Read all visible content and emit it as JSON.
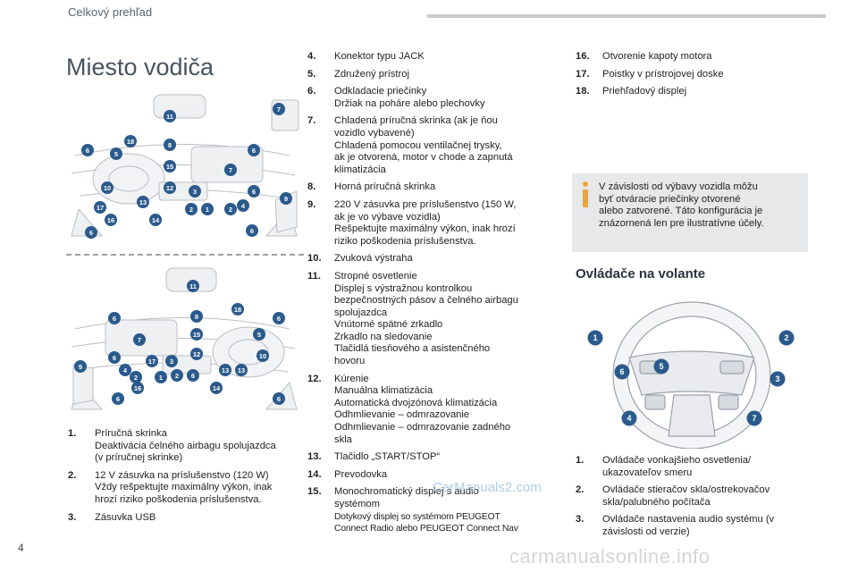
{
  "header": {
    "section": "Celkový prehľad"
  },
  "page_title": "Miesto vodiča",
  "callouts_top": [
    "11",
    "7",
    "18",
    "8",
    "6",
    "5",
    "6",
    "15",
    "7",
    "10",
    "12",
    "3",
    "6",
    "9",
    "17",
    "13",
    "14",
    "2",
    "1",
    "2",
    "4",
    "16",
    "6",
    "6"
  ],
  "callouts_bottom": [
    "11",
    "8",
    "18",
    "6",
    "6",
    "5",
    "7",
    "15",
    "10",
    "6",
    "4",
    "13",
    "3",
    "12",
    "17",
    "9",
    "2",
    "1",
    "2",
    "6",
    "16",
    "14",
    "13",
    "6",
    "6"
  ],
  "list_left": [
    {
      "num": "1.",
      "lines": [
        "Príručná skrinka",
        "Deaktivácia čelného airbagu spolujazdca",
        "(v príručnej skrinke)"
      ]
    },
    {
      "num": "2.",
      "lines": [
        "12 V zásuvka na príslušenstvo (120 W)",
        "Vždy rešpektujte maximálny výkon, inak",
        "hrozí riziko poškodenia príslušenstva."
      ]
    },
    {
      "num": "3.",
      "lines": [
        "Zásuvka USB"
      ]
    }
  ],
  "list_mid": [
    {
      "num": "4.",
      "lines": [
        "Konektor typu JACK"
      ]
    },
    {
      "num": "5.",
      "lines": [
        "Združený prístroj"
      ]
    },
    {
      "num": "6.",
      "lines": [
        "Odkladacie priečinky",
        "Držiak na poháre alebo plechovky"
      ]
    },
    {
      "num": "7.",
      "lines": [
        "Chladená príručná skrinka (ak je ňou",
        "vozidlo vybavené)",
        "Chladená pomocou ventilačnej trysky,",
        "ak je otvorená, motor v chode a zapnutá",
        "klimatizácia"
      ]
    },
    {
      "num": "8.",
      "lines": [
        "Horná príručná skrinka"
      ]
    },
    {
      "num": "9.",
      "lines": [
        "220 V zásuvka pre príslušenstvo (150 W,",
        "ak je vo výbave vozidla)",
        "Rešpektujte maximálny výkon, inak hrozí",
        "riziko poškodenia príslušenstva."
      ]
    },
    {
      "num": "10.",
      "lines": [
        "Zvuková výstraha"
      ]
    },
    {
      "num": "11.",
      "lines": [
        "Stropné osvetlenie",
        "Displej s výstražnou kontrolkou",
        "bezpečnostných pásov a čelného airbagu",
        "spolujazdca",
        "Vnútorné spätné zrkadlo",
        "Zrkadlo na sledovanie",
        "Tlačidlá tiesňového a asistenčného",
        "hovoru"
      ]
    },
    {
      "num": "12.",
      "lines": [
        "Kúrenie",
        "Manuálna klimatizácia",
        "Automatická dvojzónová klimatizácia",
        "Odhmlievanie – odmrazovanie",
        "Odhmlievanie – odmrazovanie zadného",
        "skla"
      ]
    },
    {
      "num": "13.",
      "lines": [
        "Tlačidlo „START/STOP“"
      ]
    },
    {
      "num": "14.",
      "lines": [
        "Prevodovka"
      ]
    },
    {
      "num": "15.",
      "lines": [
        "Monochromatický displej s audio",
        "systémom"
      ],
      "small": [
        "Dotykový displej so systémom PEUGEOT",
        "Connect Radio alebo PEUGEOT Connect Nav"
      ]
    }
  ],
  "list_right": [
    {
      "num": "16.",
      "lines": [
        "Otvorenie kapoty motora"
      ]
    },
    {
      "num": "17.",
      "lines": [
        "Poistky v prístrojovej doske"
      ]
    },
    {
      "num": "18.",
      "lines": [
        "Priehľadový displej"
      ]
    }
  ],
  "info_box": {
    "text": [
      "V závislosti od výbavy vozidla môžu",
      "byť otváracie priečinky otvorené",
      "alebo zatvorené. Táto konfigurácia je",
      "znázornená len pre ilustratívne účely."
    ]
  },
  "steering": {
    "title": "Ovládače na volante",
    "callouts": [
      "1",
      "2",
      "6",
      "5",
      "3",
      "4",
      "7"
    ],
    "items": [
      {
        "num": "1.",
        "lines": [
          "Ovládače vonkajšieho osvetlenia/",
          "ukazovateľov smeru"
        ]
      },
      {
        "num": "2.",
        "lines": [
          "Ovládače stieračov skla/ostrekovačov",
          "skla/palubného počítača"
        ]
      },
      {
        "num": "3.",
        "lines": [
          "Ovládače nastavenia audio systému (v",
          "závislosti od verzie)"
        ]
      }
    ]
  },
  "overlay_watermark": "CarManuals2.com",
  "page_number": "4",
  "footer_watermark": "carmanualsonline.info",
  "colors": {
    "accent": "#2b5a8c",
    "callout_bg": "#2b5a8c",
    "info_icon": "#e6a53d"
  }
}
